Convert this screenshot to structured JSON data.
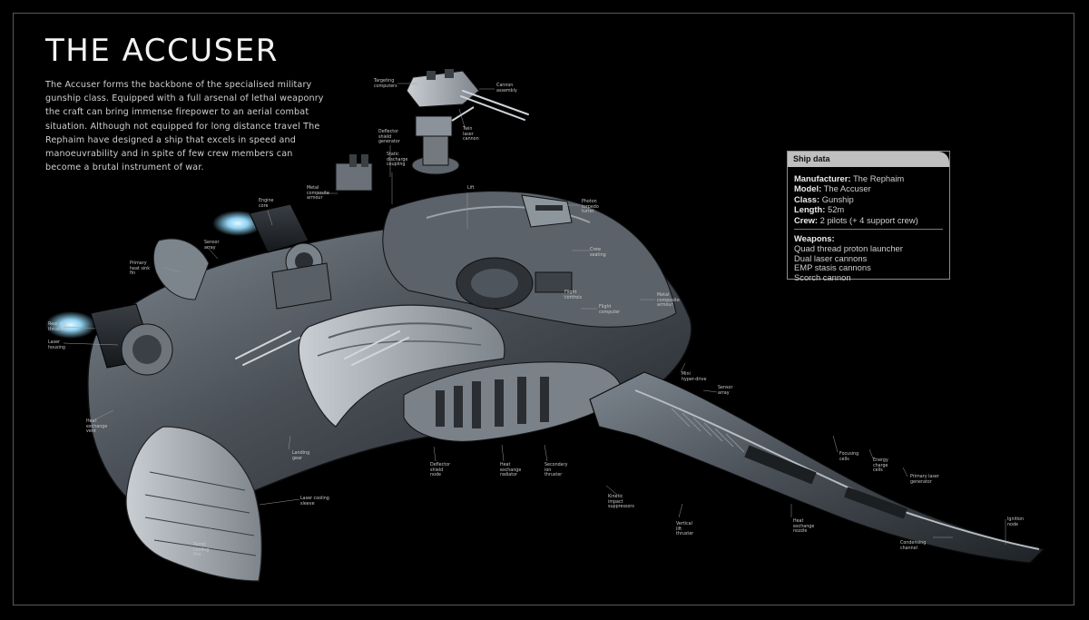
{
  "title": "THE ACCUSER",
  "intro": "The Accuser forms the backbone of the specialised military gunship class. Equipped with a full arsenal of lethal weaponry the craft can bring immense firepower to an aerial combat situation. Although not equipped for long distance travel The Rephaim have designed a ship that excels in speed and manoeuvrability and in spite of few crew members can become a brutal instrument of war.",
  "ship_data": {
    "heading": "Ship data",
    "specs": [
      {
        "label": "Manufacturer:",
        "value": " The Rephaim"
      },
      {
        "label": "Model:",
        "value": " The Accuser"
      },
      {
        "label": "Class:",
        "value": " Gunship"
      },
      {
        "label": "Length:",
        "value": " 52m"
      },
      {
        "label": "Crew:",
        "value": " 2 pilots (+ 4 support crew)"
      }
    ],
    "weapons_heading": "Weapons:",
    "weapons": [
      "Quad thread proton launcher",
      "Dual laser cannons",
      "EMP stasis cannons",
      "Scorch cannon"
    ]
  },
  "callouts": [
    {
      "text": "Targeting\ncomputers"
    },
    {
      "text": "Cannon\nassembly"
    },
    {
      "text": "Twin\nlaser\ncannon"
    },
    {
      "text": "Deflector\nshield\ngenerator"
    },
    {
      "text": "Static\ndischarge\ncoupling"
    },
    {
      "text": "Metal\ncomposite\narmour"
    },
    {
      "text": "Engine\ncore"
    },
    {
      "text": "Lift"
    },
    {
      "text": "Photon\ntorpedo\nturret"
    },
    {
      "text": "Sensor\narray"
    },
    {
      "text": "Crew\nseating"
    },
    {
      "text": "Primary\nheat sink\nfin"
    },
    {
      "text": "Flight\ncontrols"
    },
    {
      "text": "Flight\ncomputer"
    },
    {
      "text": "Metal\ncomposite\narmour"
    },
    {
      "text": "Rear ion\nthrusters"
    },
    {
      "text": "Laser\nhousing"
    },
    {
      "text": "Mini\nhyper-drive"
    },
    {
      "text": "Sensor\narray"
    },
    {
      "text": "Heat\nexchange\nvent"
    },
    {
      "text": "Landing\ngear"
    },
    {
      "text": "Deflector\nshield\nnode"
    },
    {
      "text": "Heat\nexchange\nradiator"
    },
    {
      "text": "Secondary\nion\nthruster"
    },
    {
      "text": "Focusing\ncells"
    },
    {
      "text": "Energy\ncharge\ncells"
    },
    {
      "text": "Primary laser\ngenerator"
    },
    {
      "text": "Laser cooling\nsleeve"
    },
    {
      "text": "Kinetic\nimpact\nsuppressors"
    },
    {
      "text": "Vertical\nlift\nthruster"
    },
    {
      "text": "Heat\nexchange\nnozzle"
    },
    {
      "text": "Ignition\nnode"
    },
    {
      "text": "Condensing\nchannel"
    },
    {
      "text": "Turret\ncooling\nfins"
    }
  ]
}
